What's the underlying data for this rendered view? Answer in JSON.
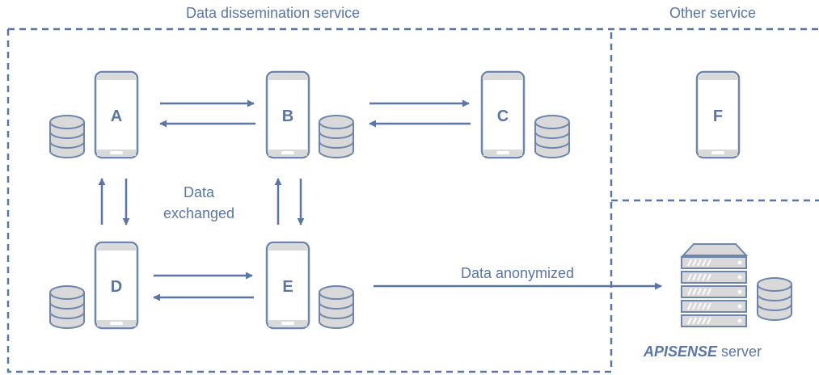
{
  "regions": {
    "dissemination": "Data dissemination service",
    "other": "Other service"
  },
  "devices": {
    "a": "A",
    "b": "B",
    "c": "C",
    "d": "D",
    "e": "E",
    "f": "F"
  },
  "labels": {
    "exchanged_line1": "Data",
    "exchanged_line2": "exchanged",
    "anonymized": "Data anonymized"
  },
  "server": {
    "brand": "APISENSE",
    "suffix": " server"
  },
  "colors": {
    "accent": "#5a76a6",
    "phone_fill": "#ffffff",
    "phone_top": "#d9d9d9",
    "db_fill": "#d9d9d9",
    "db_stroke": "#6e86ad"
  }
}
